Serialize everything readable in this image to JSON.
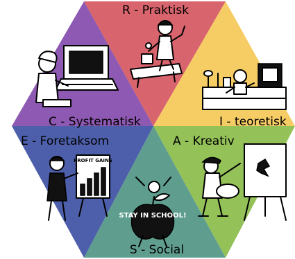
{
  "segments": {
    "realistic": {
      "label": "R - Praktisk",
      "color": "#d8646d"
    },
    "investigative": {
      "label": "I - teoretisk",
      "color": "#f6cc64"
    },
    "artistic": {
      "label": "A - Kreativ",
      "color": "#94c158"
    },
    "social": {
      "label": "S - Social",
      "color": "#5f9e8e"
    },
    "enterprising": {
      "label": "E - Foretaksom",
      "color": "#4d5faa"
    },
    "conventional": {
      "label": "C - Systematisk",
      "color": "#8d59b2"
    }
  },
  "illustrations": {
    "enterprising_sign": "PROFIT GAINS",
    "social_apple": "STAY IN SCHOOL!"
  },
  "icons": {
    "realistic": "engineer-icon",
    "investigative": "scientist-icon",
    "artistic": "painter-icon",
    "social": "apple-student-icon",
    "enterprising": "presenter-icon",
    "conventional": "computer-worker-icon"
  }
}
